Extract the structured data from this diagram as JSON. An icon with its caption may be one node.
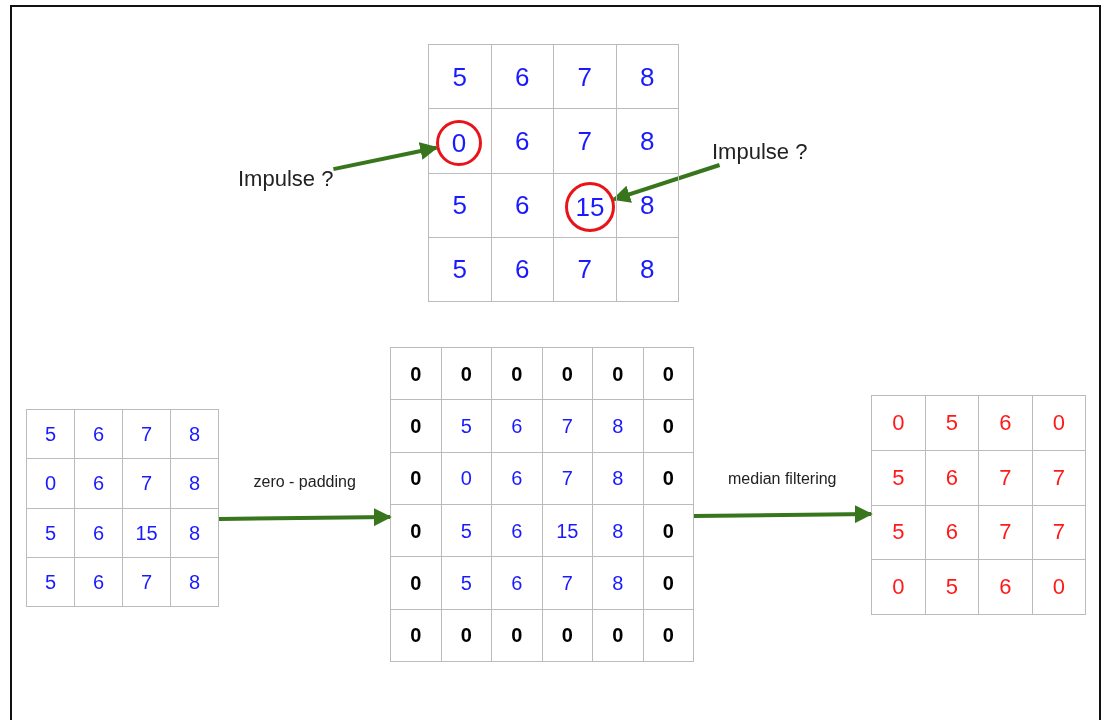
{
  "diagram": {
    "nodes": [
      {
        "text": [
          "5",
          "6",
          "7",
          "8",
          "6",
          "7",
          "8",
          "5",
          "6",
          "8",
          "5",
          "6",
          "7",
          "8"
        ]
      },
      {
        "text": [
          "0"
        ],
        "in": 0
      },
      {
        "text": [
          "15"
        ],
        "in": 0
      },
      {
        "text": [
          "Impulse ?"
        ]
      },
      {
        "text": [
          "Impulse ?"
        ]
      },
      {
        "text": [
          "5",
          "6",
          "7",
          "8",
          "0",
          "6",
          "7",
          "8",
          "5",
          "6",
          "15",
          "8",
          "5",
          "6",
          "7",
          "8"
        ]
      },
      {
        "text": [
          "0",
          "0",
          "0",
          "0",
          "0",
          "0",
          "0",
          "5",
          "6",
          "7",
          "8",
          "0",
          "0",
          "0",
          "6",
          "7",
          "8",
          "0",
          "0",
          "5",
          "6",
          "15",
          "8",
          "0",
          "0",
          "5",
          "6",
          "7",
          "8",
          "0",
          "0",
          "0",
          "0",
          "0",
          "0",
          "0"
        ]
      },
      {
        "text": [
          "0",
          "5",
          "6",
          "0",
          "5",
          "6",
          "7",
          "7",
          "5",
          "6",
          "7",
          "7",
          "0",
          "5",
          "6",
          "0"
        ]
      }
    ],
    "edges": [
      {
        "from": 3,
        "to": 1,
        "arrow": "to"
      },
      {
        "from": 4,
        "to": 2,
        "arrow": "to"
      },
      {
        "from": 5,
        "to": 6,
        "arrow": "to",
        "label": "zero - padding"
      },
      {
        "from": 6,
        "to": 7,
        "arrow": "to",
        "label": "median filtering"
      }
    ]
  }
}
